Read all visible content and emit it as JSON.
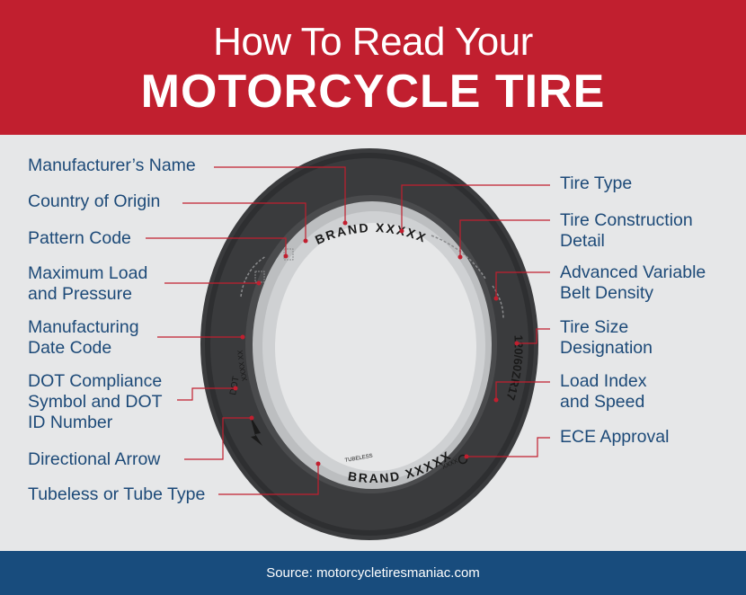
{
  "title": {
    "line1": "How To Read Your",
    "line2": "MOTORCYCLE TIRE"
  },
  "tire": {
    "brand_text": "BRAND XXXXX",
    "size_text": "120/60ZR17",
    "dot_text": "DOT",
    "code_text": "XXXX XX",
    "tube_text": "TUBELESS",
    "ece_text": "XXXX"
  },
  "left_labels": [
    {
      "line1": "Manufacturer’s Name",
      "line2": "",
      "line3": ""
    },
    {
      "line1": "Country of Origin",
      "line2": "",
      "line3": ""
    },
    {
      "line1": "Pattern Code",
      "line2": "",
      "line3": ""
    },
    {
      "line1": "Maximum Load",
      "line2": "and Pressure",
      "line3": ""
    },
    {
      "line1": "Manufacturing",
      "line2": "Date Code",
      "line3": ""
    },
    {
      "line1": "DOT Compliance",
      "line2": "Symbol and DOT",
      "line3": "ID Number"
    },
    {
      "line1": "Directional Arrow",
      "line2": "",
      "line3": ""
    },
    {
      "line1": "Tubeless or Tube Type",
      "line2": "",
      "line3": ""
    }
  ],
  "right_labels": [
    {
      "line1": "Tire Type",
      "line2": ""
    },
    {
      "line1": "Tire Construction",
      "line2": "Detail"
    },
    {
      "line1": "Advanced Variable",
      "line2": "Belt Density"
    },
    {
      "line1": "Tire Size",
      "line2": "Designation"
    },
    {
      "line1": "Load Index",
      "line2": "and Speed"
    },
    {
      "line1": "ECE Approval",
      "line2": ""
    }
  ],
  "source": "Source: motorcycletiresmaniac.com",
  "colors": {
    "header": "#c11f2f",
    "footer": "#184c7d",
    "label_text": "#1d4a78",
    "leader_line": "#c11f2f",
    "tire_dark": "#3a3b3d",
    "tire_rim": "#bcbec0",
    "background": "#e6e7e8"
  }
}
